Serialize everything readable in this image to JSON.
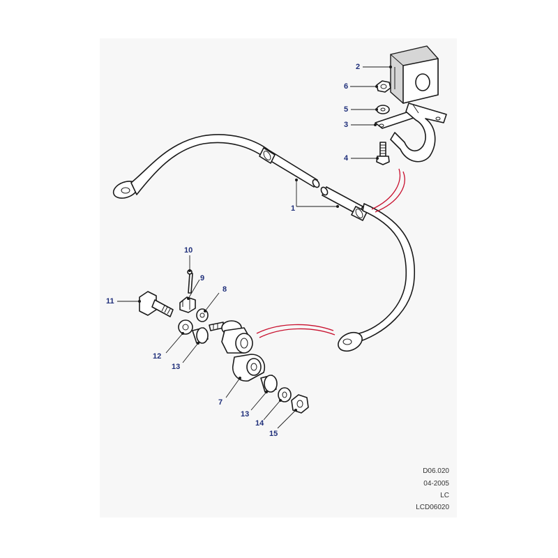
{
  "callouts": [
    {
      "id": "c1",
      "label": "1"
    },
    {
      "id": "c2",
      "label": "2"
    },
    {
      "id": "c3",
      "label": "3"
    },
    {
      "id": "c4",
      "label": "4"
    },
    {
      "id": "c5",
      "label": "5"
    },
    {
      "id": "c6",
      "label": "6"
    },
    {
      "id": "c7",
      "label": "7"
    },
    {
      "id": "c8",
      "label": "8"
    },
    {
      "id": "c9",
      "label": "9"
    },
    {
      "id": "c10",
      "label": "10"
    },
    {
      "id": "c11",
      "label": "11"
    },
    {
      "id": "c12",
      "label": "12"
    },
    {
      "id": "c13a",
      "label": "13"
    },
    {
      "id": "c13b",
      "label": "13"
    },
    {
      "id": "c14",
      "label": "14"
    },
    {
      "id": "c15",
      "label": "15"
    }
  ],
  "footer": {
    "code": "D06.020",
    "date": "04-2005",
    "initials": "LC",
    "ref": "LCD06020"
  },
  "colors": {
    "callout": "#1f2f7a",
    "link_lines": "#c8102e",
    "panel": "#f7f7f7"
  }
}
